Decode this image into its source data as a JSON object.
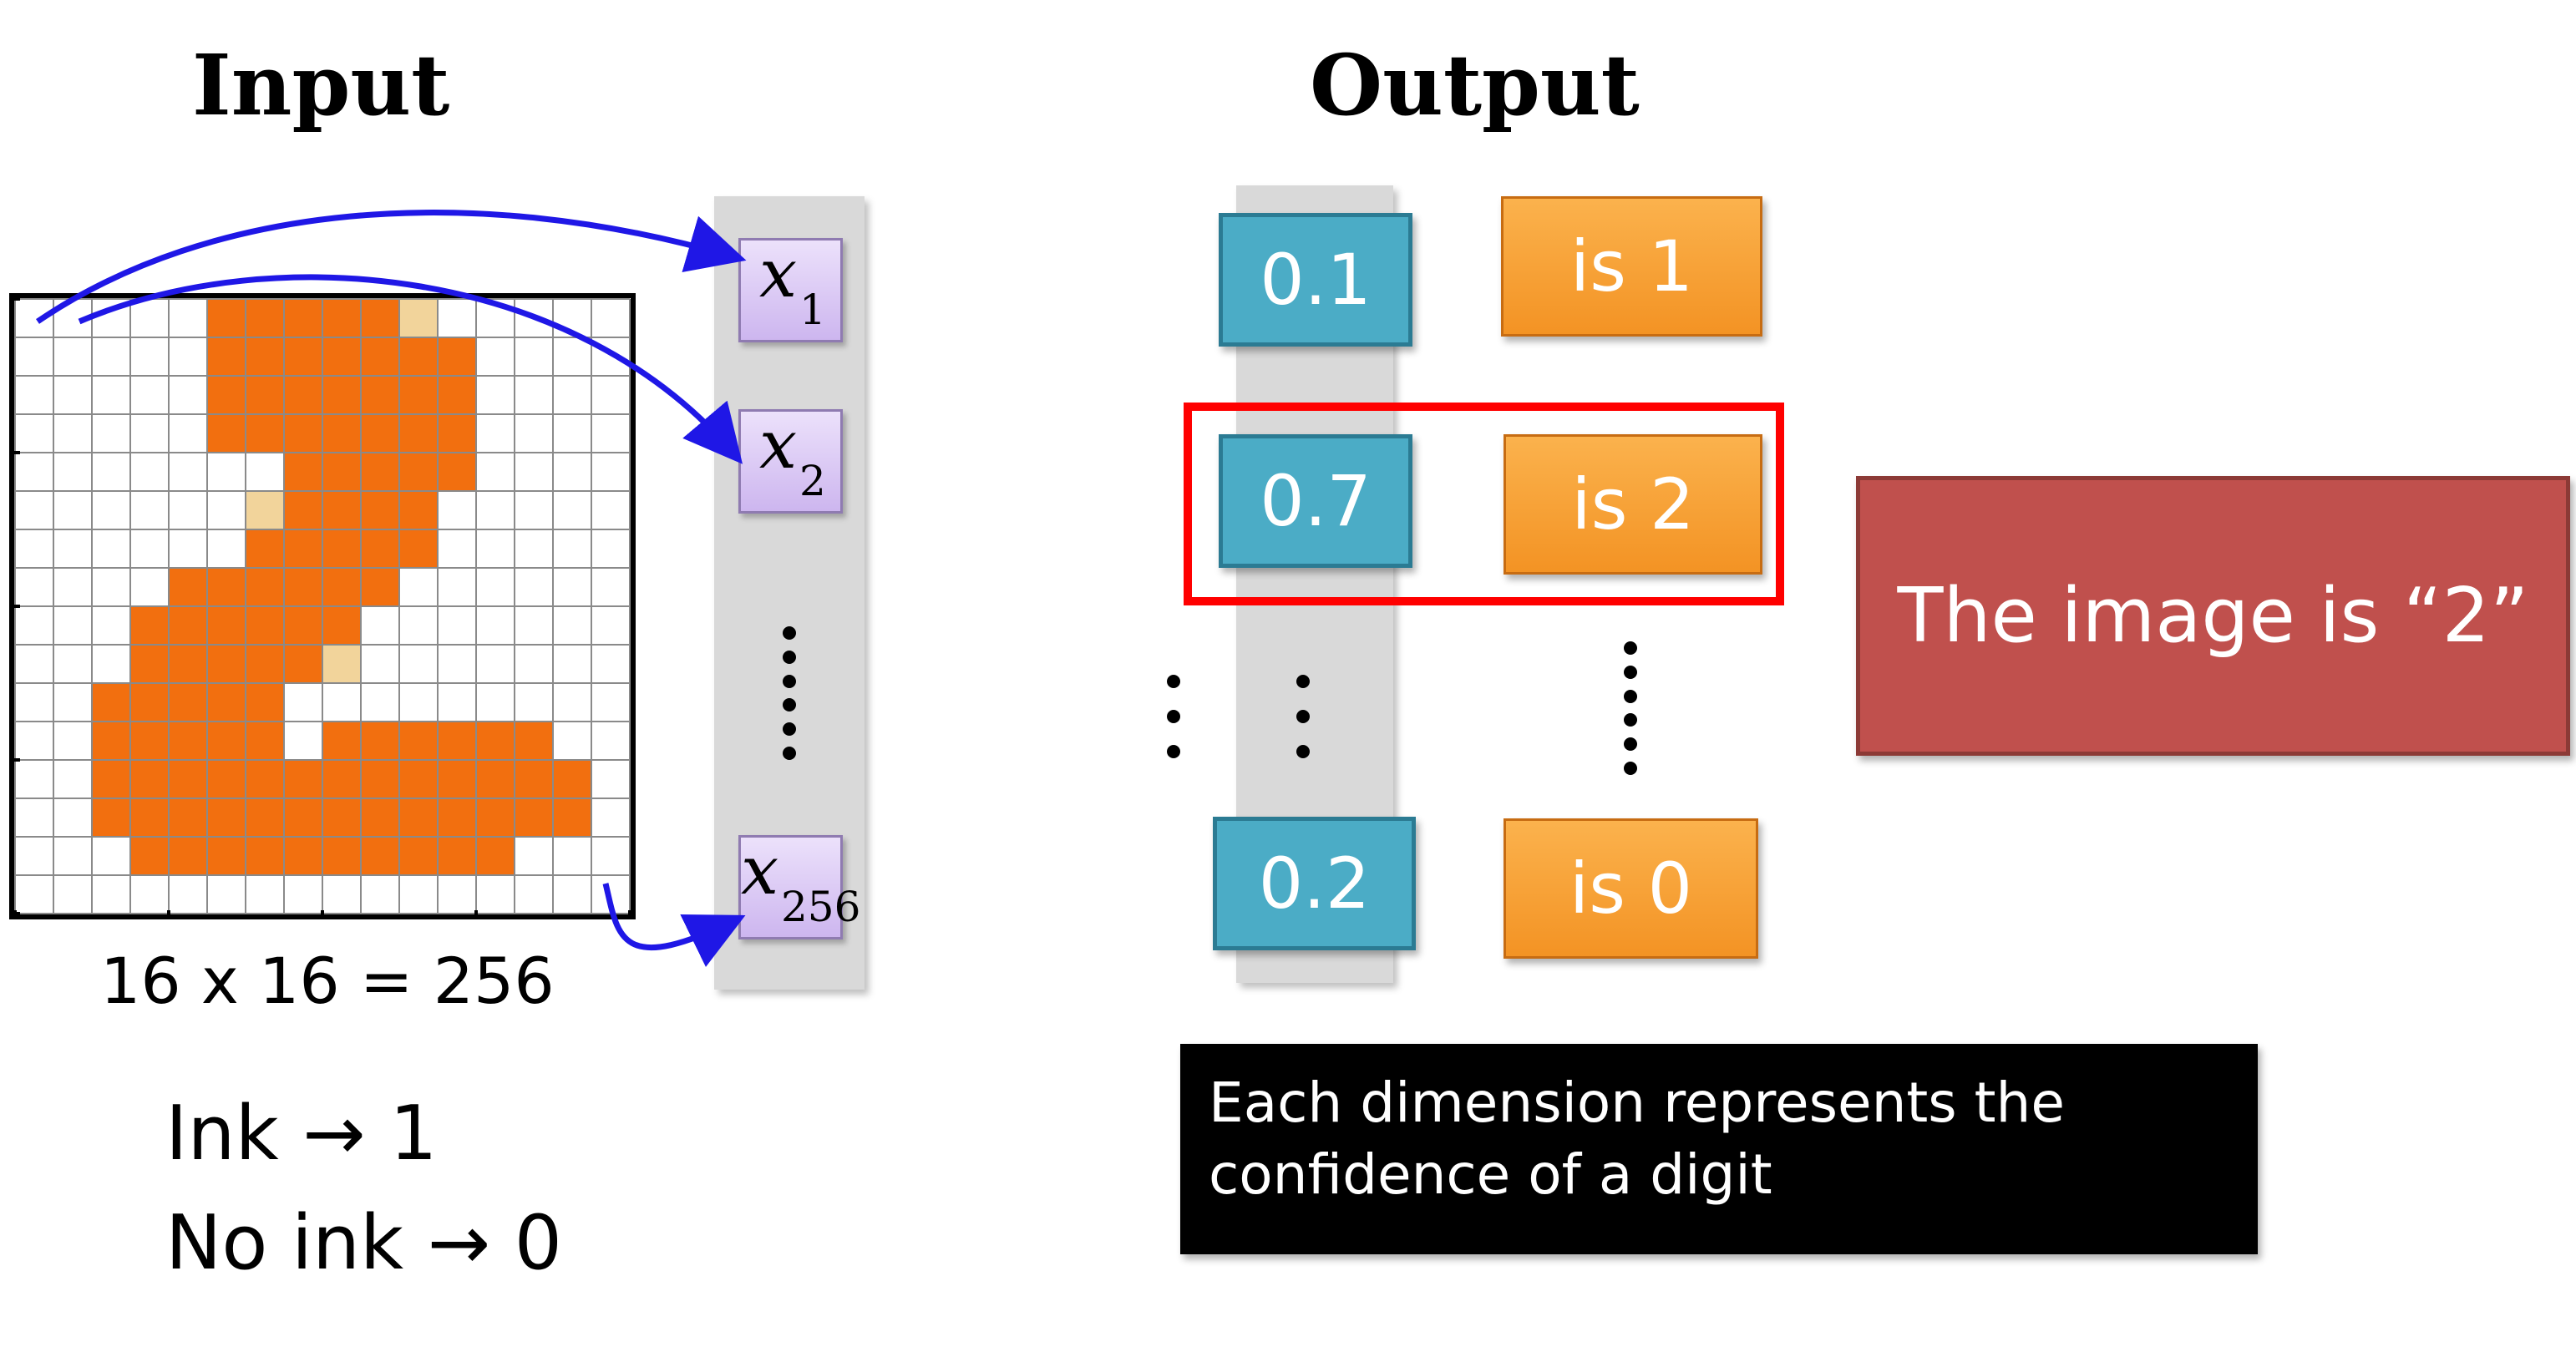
{
  "input_section": {
    "heading": "Input",
    "grid_caption": "16 x 16 = 256",
    "encoding_lines": [
      "Ink → 1",
      "No ink → 0"
    ],
    "ink_color": "#f26f0f",
    "faint_ink_color": "#f2d49b",
    "vector_elements": [
      {
        "symbol": "x",
        "subscript": "1"
      },
      {
        "symbol": "x",
        "subscript": "2"
      },
      {
        "symbol": "x",
        "subscript": "256"
      }
    ],
    "arrow_color": "#1f17e6"
  },
  "output_section": {
    "heading": "Output",
    "rows": [
      {
        "value": "0.1",
        "label": "is 1",
        "highlighted": false
      },
      {
        "value": "0.7",
        "label": "is 2",
        "highlighted": true
      },
      {
        "value": "0.2",
        "label": "is 0",
        "highlighted": false
      }
    ],
    "highlight_color": "#ff0000",
    "value_box_color": "#4bacc6",
    "label_box_color": "#f79a2e",
    "result_text": "The image is  “2”",
    "result_color": "#c0504d",
    "note_text": "Each dimension represents the confidence of a digit"
  }
}
